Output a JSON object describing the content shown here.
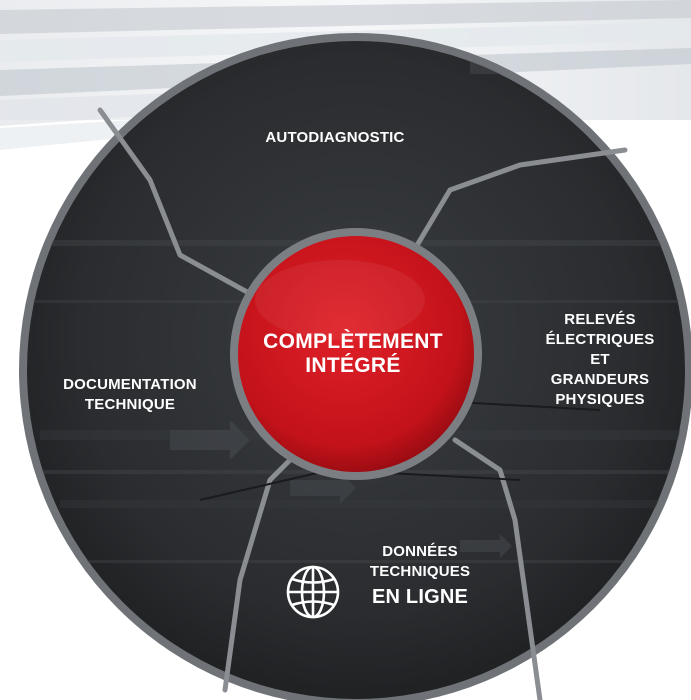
{
  "center": {
    "line1": "COMPLÈTEMENT",
    "line2": "INTÉGRÉ"
  },
  "segments": {
    "autodiagnostic": "AUTODIAGNOSTIC",
    "documentation": {
      "line1": "DOCUMENTATION",
      "line2": "TECHNIQUE"
    },
    "releves": {
      "line1": "RELEVÉS",
      "line2": "ÉLECTRIQUES",
      "line3": "ET",
      "line4": "GRANDEURS",
      "line5": "PHYSIQUES"
    },
    "donnees": {
      "line1": "DONNÉES",
      "line2": "TECHNIQUES",
      "line3": "EN LIGNE"
    }
  },
  "icons": {
    "online": "globe-icon"
  },
  "colors": {
    "wheel": "#2b2d30",
    "rim": "#7d8185",
    "divider": "#8a8e92",
    "hub": "#c8141c",
    "text": "#ffffff"
  }
}
